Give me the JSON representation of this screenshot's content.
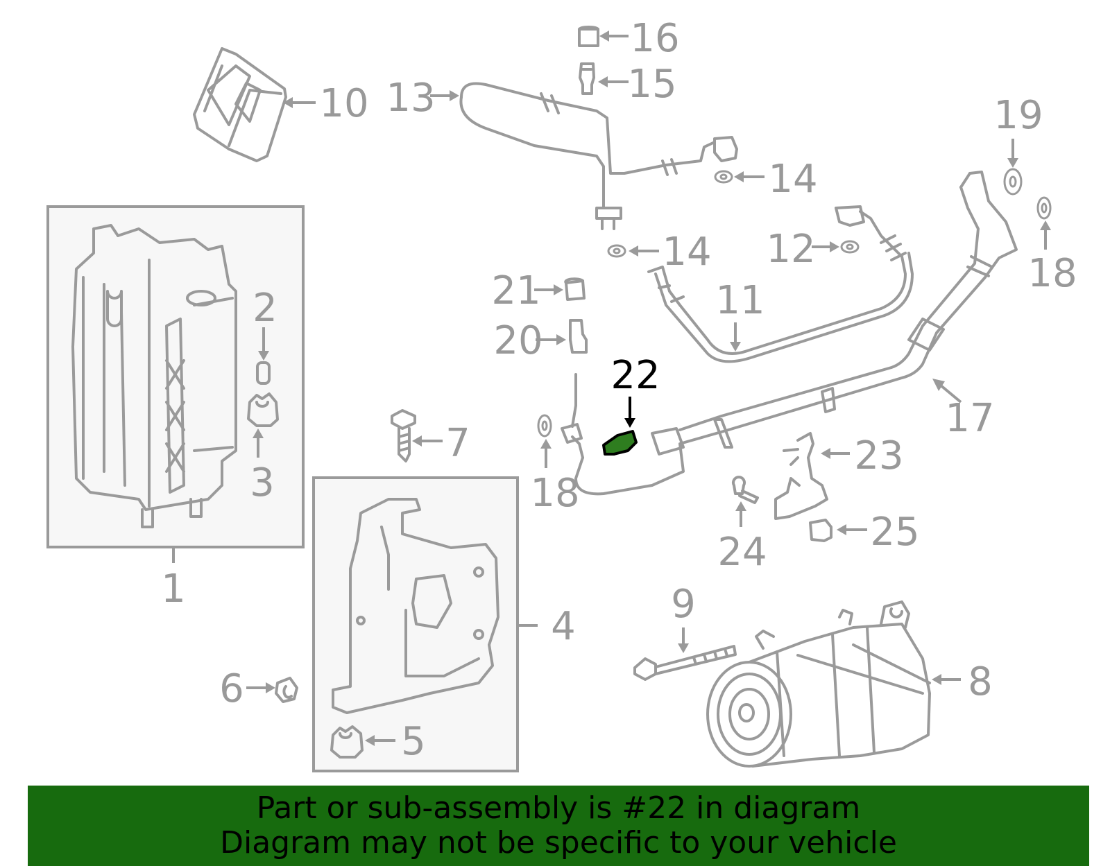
{
  "diagram": {
    "highlight_part": "22",
    "highlight_color": "#2e7d1f",
    "banner_color": "#176b0e",
    "part_labels": [
      "1",
      "2",
      "3",
      "4",
      "5",
      "6",
      "7",
      "8",
      "9",
      "10",
      "11",
      "12",
      "13",
      "14",
      "14",
      "15",
      "16",
      "17",
      "18",
      "18",
      "19",
      "20",
      "21",
      "22",
      "23",
      "24",
      "25"
    ]
  },
  "labels": {
    "p1": "1",
    "p2": "2",
    "p3": "3",
    "p4": "4",
    "p5": "5",
    "p6": "6",
    "p7": "7",
    "p8": "8",
    "p9": "9",
    "p10": "10",
    "p11": "11",
    "p12": "12",
    "p13": "13",
    "p14a": "14",
    "p14b": "14",
    "p15": "15",
    "p16": "16",
    "p17": "17",
    "p18a": "18",
    "p18b": "18",
    "p19": "19",
    "p20": "20",
    "p21": "21",
    "p22": "22",
    "p23": "23",
    "p24": "24",
    "p25": "25"
  },
  "banner": {
    "line1": "Part or sub-assembly is #22 in diagram",
    "line2": "Diagram may not be specific to your vehicle"
  }
}
